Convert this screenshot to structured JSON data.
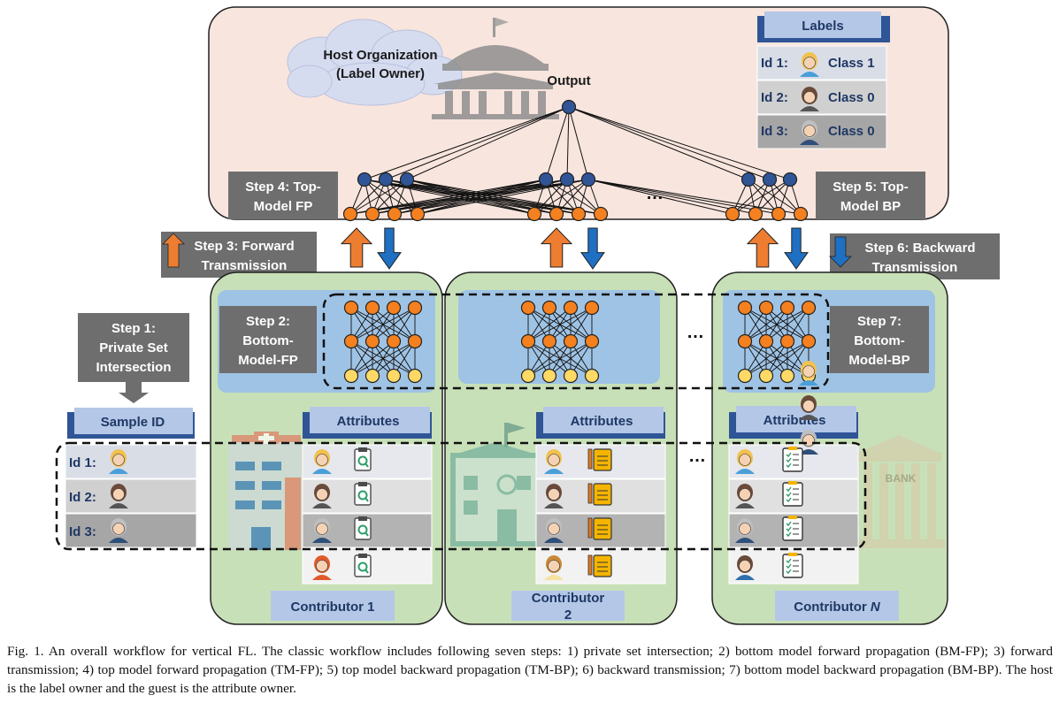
{
  "host": {
    "name_line1": "Host Organization",
    "name_line2": "(Label Owner)",
    "output_label": "Output",
    "ellipsis": "…"
  },
  "labels_panel": {
    "header": "Labels",
    "rows": [
      {
        "id": "Id 1:",
        "class": "Class 1"
      },
      {
        "id": "Id 2:",
        "class": "Class 0"
      },
      {
        "id": "Id 3:",
        "class": "Class 0"
      }
    ]
  },
  "steps": {
    "step1": [
      "Step 1:",
      "Private Set",
      "Intersection"
    ],
    "step2": [
      "Step 2:",
      "Bottom-",
      "Model-FP"
    ],
    "step3": [
      "Step 3: Forward",
      "Transmission"
    ],
    "step4": [
      "Step 4: Top-",
      "Model FP"
    ],
    "step5": [
      "Step 5: Top-",
      "Model BP"
    ],
    "step6": [
      "Step 6: Backward",
      "Transmission"
    ],
    "step7": [
      "Step 7:",
      "Bottom-",
      "Model-BP"
    ]
  },
  "sample_table": {
    "header": "Sample ID",
    "rows": [
      "Id 1:",
      "Id 2:",
      "Id 3:"
    ]
  },
  "contributors": [
    {
      "name": "Contributor 1",
      "attributes_header": "Attributes"
    },
    {
      "name_line1": "Contributor",
      "name_line2": "2",
      "attributes_header": "Attributes"
    },
    {
      "name_prefix": "Contributor ",
      "name_suffix": "N",
      "attributes_header": "Attributes"
    }
  ],
  "bank_sign": "BANK",
  "colors": {
    "host_bg": "#f8e5de",
    "contributor_bg": "#c8e0b8",
    "model_bg": "#9fc3e4",
    "step_box": "#6e6e6e",
    "header_box": "#b4c7e7",
    "orange_node": "#f4801f",
    "blue_node": "#2f5597",
    "yellow_node": "#ffd966",
    "up_arrow": "#ed7d31",
    "down_arrow": "#1f6fc2"
  },
  "caption": "Fig. 1.  An overall workflow for vertical FL. The classic workflow includes following seven steps: 1) private set intersection; 2) bottom model forward propagation (BM-FP); 3) forward transmission; 4) top model forward propagation (TM-FP); 5) top model backward propagation (TM-BP); 6) backward transmission; 7) bottom model backward propagation (BM-BP). The host is the label owner and the guest is the attribute owner."
}
